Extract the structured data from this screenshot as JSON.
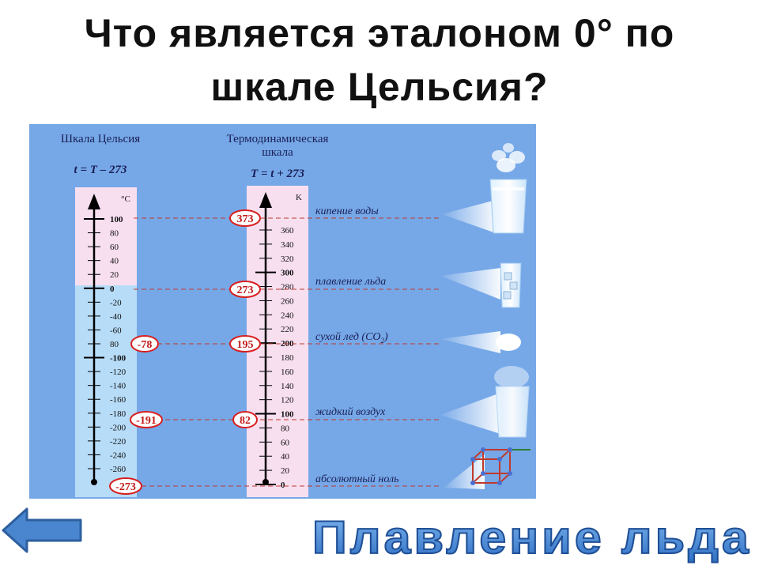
{
  "page": {
    "title_line1": "Что является эталоном 0° по",
    "title_line2": "шкале Цельсия?",
    "answer": "Плавление льда"
  },
  "diagram": {
    "celsius": {
      "heading": "Шкала Цельсия",
      "formula": "t = T – 273",
      "unit": "°C",
      "ticks": [
        "100",
        "80",
        "60",
        "40",
        "20",
        "0",
        "-20",
        "-40",
        "-60",
        "80",
        "-100",
        "-120",
        "-140",
        "-160",
        "-180",
        "-200",
        "-220",
        "-240",
        "-260"
      ],
      "bold_ticks": [
        "100",
        "0",
        "-100"
      ]
    },
    "kelvin": {
      "heading_line1": "Термодинамическая",
      "heading_line2": "шкала",
      "formula": "T = t + 273",
      "unit": "K",
      "ticks": [
        "360",
        "340",
        "320",
        "300",
        "280",
        "260",
        "240",
        "220",
        "200",
        "180",
        "160",
        "140",
        "120",
        "100",
        "80",
        "60",
        "40",
        "20",
        "0"
      ],
      "bold_ticks": [
        "300",
        "200",
        "100",
        "0"
      ]
    },
    "reference_points": [
      {
        "celsius": "",
        "kelvin": "373",
        "label": "кипение воды"
      },
      {
        "celsius": "",
        "kelvin": "273",
        "label": "плавление льда"
      },
      {
        "celsius": "-78",
        "kelvin": "195",
        "label": "сухой лед (CO",
        "label_sub": "2",
        "label_end": ")"
      },
      {
        "celsius": "-191",
        "kelvin": "82",
        "label": "жидкий воздух"
      },
      {
        "celsius": "-273",
        "kelvin": "",
        "label": "абсолютный ноль"
      }
    ]
  },
  "colors": {
    "background": "#76a8e8",
    "scale_pink": "#f7dff0",
    "scale_blue": "#b7dcf8",
    "marker_red": "#d81f1f",
    "answer_blue": "#3d7fd0",
    "back_button": "#4a86cf"
  },
  "icons": [
    "back-arrow-icon"
  ]
}
